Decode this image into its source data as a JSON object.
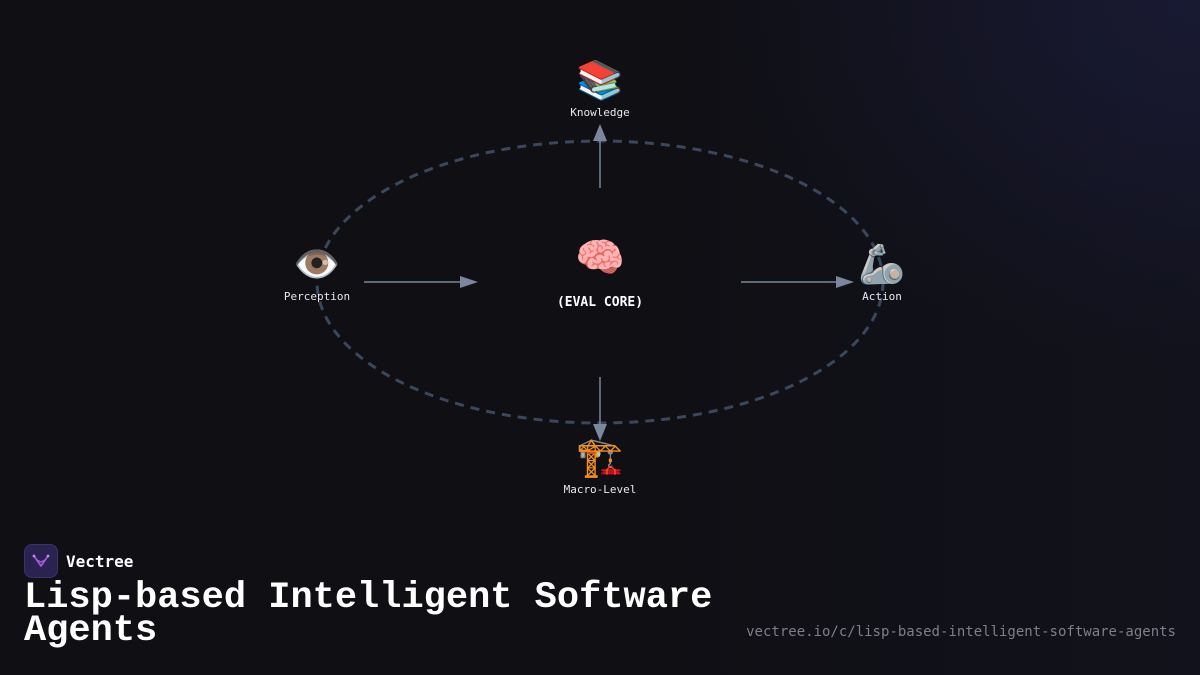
{
  "diagram": {
    "nodes": {
      "knowledge": {
        "icon": "books-icon",
        "glyph": "📚",
        "label": "Knowledge"
      },
      "perception": {
        "icon": "eye-icon",
        "glyph": "👁️",
        "label": "Perception"
      },
      "core": {
        "icon": "brain-icon",
        "glyph": "🧠",
        "label": "(EVAL CORE)"
      },
      "action": {
        "icon": "mechanical-arm-icon",
        "glyph": "🦾",
        "label": "Action"
      },
      "macro": {
        "icon": "construction-crane-icon",
        "glyph": "🏗️",
        "label": "Macro-Level"
      }
    },
    "edges": [
      {
        "from": "core",
        "to": "knowledge"
      },
      {
        "from": "perception",
        "to": "core"
      },
      {
        "from": "core",
        "to": "action"
      },
      {
        "from": "core",
        "to": "macro"
      }
    ],
    "colors": {
      "ring": "#3b475c",
      "arrow": "#7a879c"
    }
  },
  "footer": {
    "brand": "Vectree",
    "logo_icon": "vectree-logo-icon",
    "title": "Lisp-based Intelligent Software Agents",
    "url": "vectree.io/c/lisp-based-intelligent-software-agents"
  },
  "colors": {
    "background": "#0f0f14",
    "logo_accent": "#a155e0"
  }
}
